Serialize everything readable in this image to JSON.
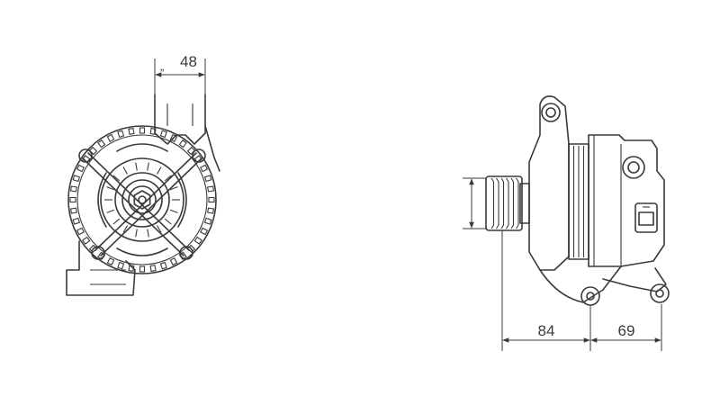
{
  "dimensions": {
    "top_width": "48",
    "left_offset": "84",
    "right_offset": "69",
    "quote_mark": "„"
  },
  "colors": {
    "line": "#3a3a3a",
    "background": "#ffffff"
  }
}
